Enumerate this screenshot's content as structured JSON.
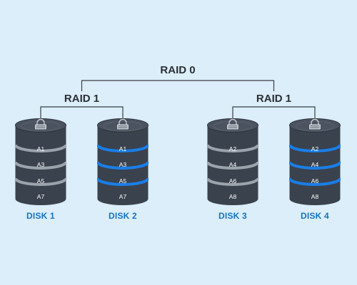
{
  "root_label": "RAID 0",
  "groups": [
    {
      "label": "RAID 1",
      "disks": [
        {
          "label": "DISK 1",
          "blocks": [
            "A1",
            "A3",
            "A5",
            "A7"
          ],
          "band_color": "#9ba3ad"
        },
        {
          "label": "DISK 2",
          "blocks": [
            "A1",
            "A3",
            "A5",
            "A7"
          ],
          "band_color": "#1a7ee8"
        }
      ]
    },
    {
      "label": "RAID 1",
      "disks": [
        {
          "label": "DISK 3",
          "blocks": [
            "A2",
            "A4",
            "A6",
            "A8"
          ],
          "band_color": "#9ba3ad"
        },
        {
          "label": "DISK 4",
          "blocks": [
            "A2",
            "A4",
            "A6",
            "A8"
          ],
          "band_color": "#1a7ee8"
        }
      ]
    }
  ],
  "colors": {
    "background": "#dbeefa",
    "disk_body": "#3a424d",
    "disk_top": "#4a535f",
    "disk_dark": "#262c34",
    "connector": "#3a3f46",
    "disk_label": "#1673c4",
    "heading": "#2b2f36"
  },
  "icons": {
    "disk_top": "lock-icon"
  }
}
